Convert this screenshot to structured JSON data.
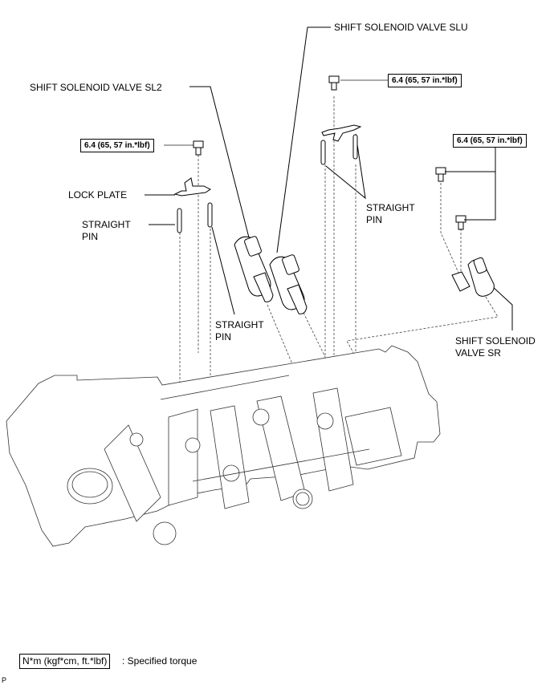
{
  "diagram": {
    "labels": {
      "slu": "SHIFT SOLENOID VALVE SLU",
      "sl2": "SHIFT SOLENOID VALVE SL2",
      "lock_plate": "LOCK PLATE",
      "pin_left_1": "STRAIGHT",
      "pin_left_2": "PIN",
      "pin_mid_1": "STRAIGHT",
      "pin_mid_2": "PIN",
      "pin_right_1": "STRAIGHT",
      "pin_right_2": "PIN",
      "sr_1": "SHIFT SOLENOID",
      "sr_2": "VALVE SR"
    },
    "torque": {
      "left": "6.4 (65, 57 in.*lbf)",
      "center": "6.4 (65, 57 in.*lbf)",
      "right": "6.4 (65, 57 in.*lbf)"
    },
    "legend": {
      "unit": "N*m (kgf*cm, ft.*lbf)",
      "description": ": Specified torque"
    },
    "figure_code": "P"
  }
}
